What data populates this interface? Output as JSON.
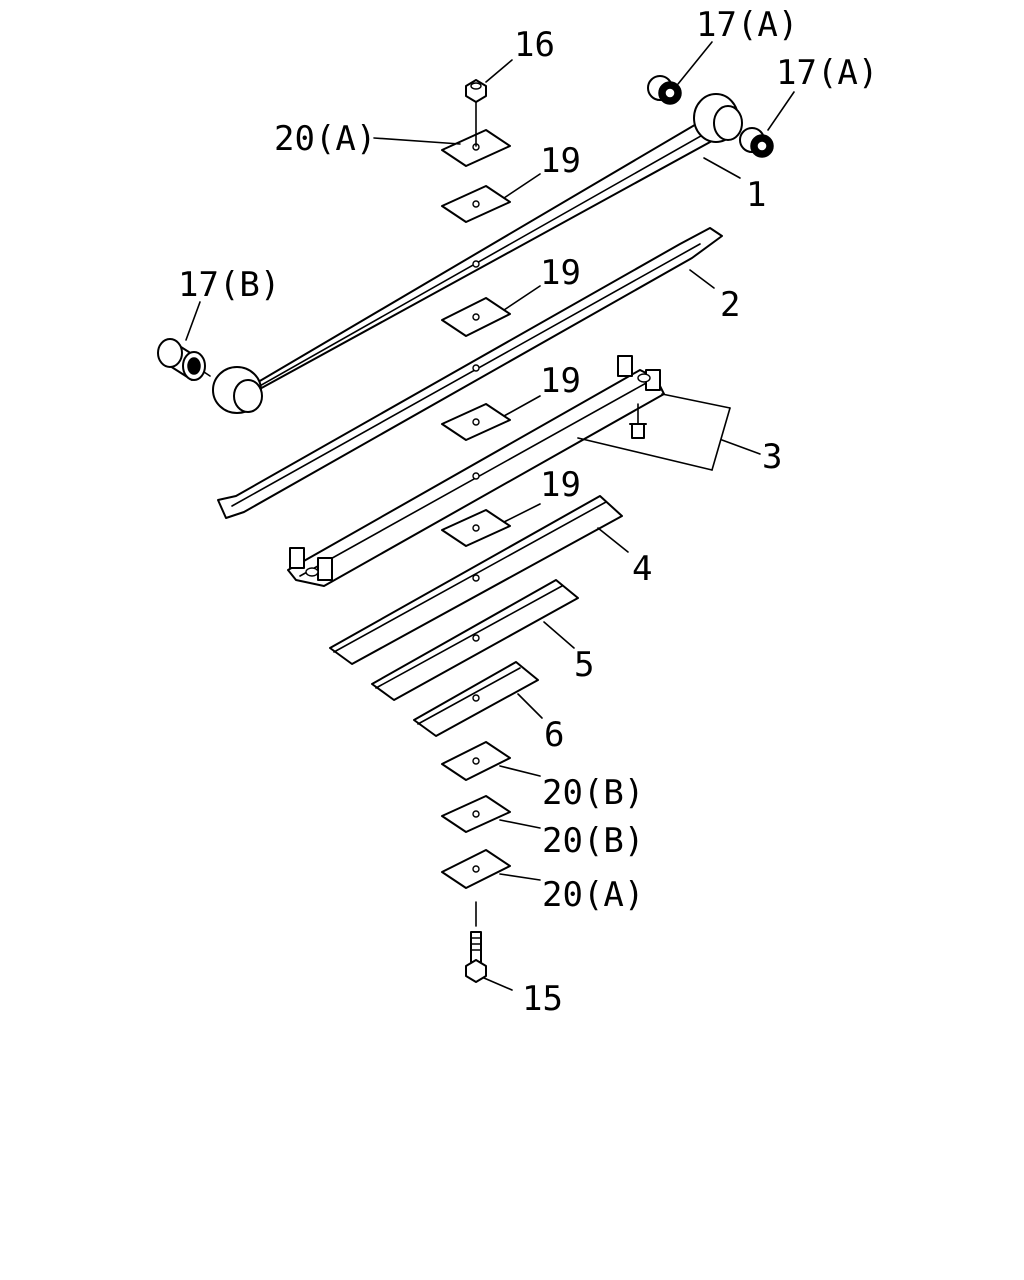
{
  "labels": {
    "l16": "16",
    "l17a_1": "17(A)",
    "l17a_2": "17(A)",
    "l20a_top": "20(A)",
    "l19_1": "19",
    "l1": "1",
    "l17b": "17(B)",
    "l19_2": "19",
    "l2": "2",
    "l19_3": "19",
    "l3": "3",
    "l19_4": "19",
    "l4": "4",
    "l5": "5",
    "l6": "6",
    "l20b_1": "20(B)",
    "l20b_2": "20(B)",
    "l20a_bottom": "20(A)",
    "l15": "15"
  }
}
